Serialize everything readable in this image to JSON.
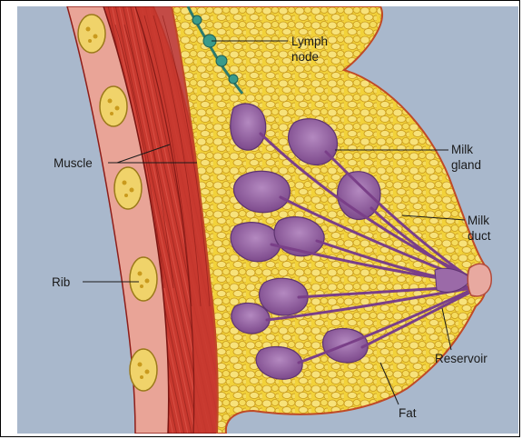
{
  "labels": {
    "lymph_node": [
      "Lymph",
      "node"
    ],
    "muscle": "Muscle",
    "milk_gland": [
      "Milk",
      "gland"
    ],
    "milk_duct": [
      "Milk",
      "duct"
    ],
    "rib": "Rib",
    "reservoir": "Reservoir",
    "fat": "Fat"
  },
  "colors": {
    "background": "#a9b8cc",
    "muscle": "#c8392f",
    "muscle_dark": "#8e1d18",
    "fat": "#f2d23a",
    "fat_outline": "#c99a1d",
    "gland": "#8e5b9c",
    "gland_light": "#b489c0",
    "rib": "#f0d36a",
    "lymph": "#3a9a8a"
  }
}
